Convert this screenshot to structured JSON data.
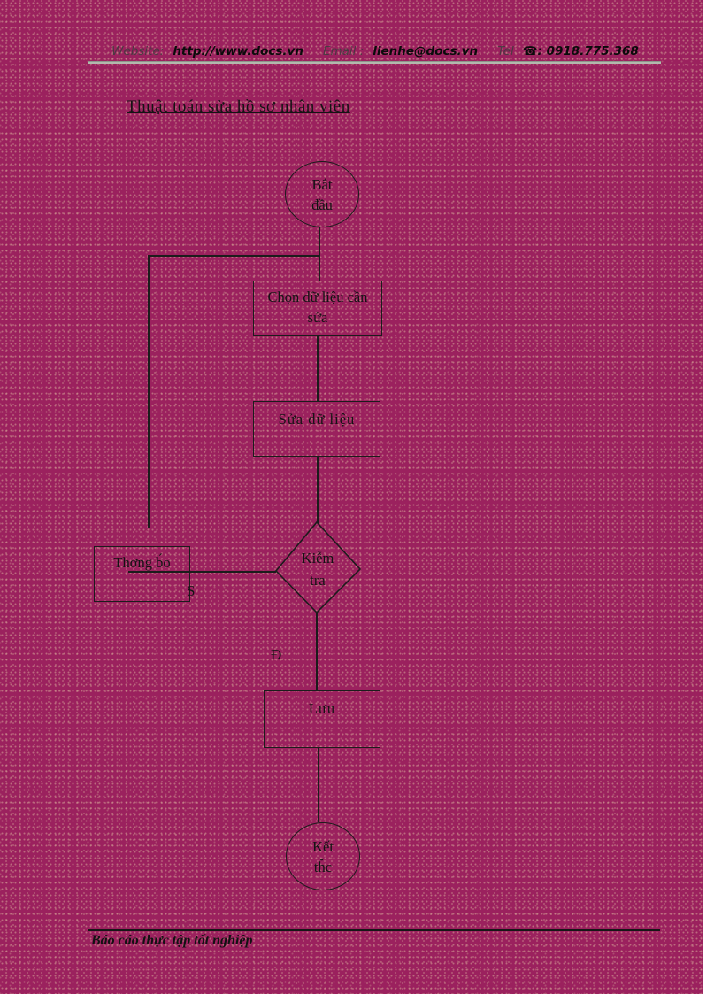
{
  "header": {
    "website_label": "Website:",
    "website_value": "http://www.docs.vn",
    "email_label": "Email :",
    "email_value": "lienhe@docs.vn",
    "tel_label": "Tel",
    "phone_icon": "☎",
    "tel_value": ": 0918.775.368"
  },
  "document": {
    "title": "Thuật toán sửa hồ sơ nhân viên",
    "footer_text": "Báo cáo thực tập tốt nghiệp"
  },
  "flowchart": {
    "start_node": {
      "line1": "Bắt",
      "line2": "đầu"
    },
    "select_step": {
      "line1": "Chọn dữ liệu cần",
      "line2": "sửa"
    },
    "edit_step": {
      "label": "Sửa dữ liệu"
    },
    "decision_node": {
      "line1": "Kiễm",
      "line2": "tra"
    },
    "notify_node": {
      "label": "Thơng b́o"
    },
    "branch_no_label": "S",
    "branch_yes_label": "Đ",
    "save_step": {
      "label": "Lưu"
    },
    "end_node": {
      "line1": "Kết",
      "line2": "tȟc"
    }
  },
  "colors": {
    "page_background": "#9b215e",
    "texture_dot": "#d6a898",
    "line_color": "#1c1c1c",
    "header_rule": "#b3b8ae"
  }
}
